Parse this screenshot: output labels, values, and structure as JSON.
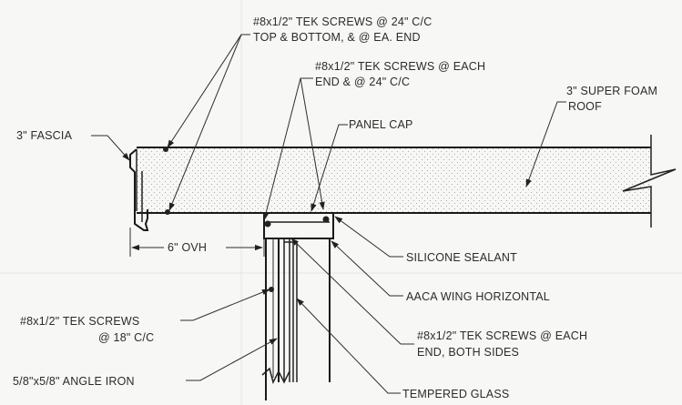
{
  "labels": {
    "screws_top_bottom_1": "#8x1/2\" TEK SCREWS @ 24\" C/C",
    "screws_top_bottom_2": "TOP & BOTTOM, & @ EA. END",
    "screws_each_end_1": "#8x1/2\" TEK SCREWS @ EACH",
    "screws_each_end_2": "END & @ 24\" C/C",
    "roof_1": "3\" SUPER FOAM",
    "roof_2": "ROOF",
    "fascia": "3\" FASCIA",
    "panel_cap": "PANEL CAP",
    "overhang": "6\" OVH",
    "silicone": "SILICONE SEALANT",
    "wing": "AACA WING HORIZONTAL",
    "screws_18_1": "#8x1/2\" TEK SCREWS",
    "screws_18_2": "@ 18\" C/C",
    "screws_both_1": "#8x1/2\" TEK SCREWS @ EACH",
    "screws_both_2": "END, BOTH SIDES",
    "angle_iron": "5/8\"x5/8\" ANGLE IRON",
    "glass": "TEMPERED GLASS"
  },
  "colors": {
    "line": "#222222",
    "text": "#2b2b2b",
    "foam_dots": "#9a9a9a",
    "background": "#f7f7f5"
  }
}
